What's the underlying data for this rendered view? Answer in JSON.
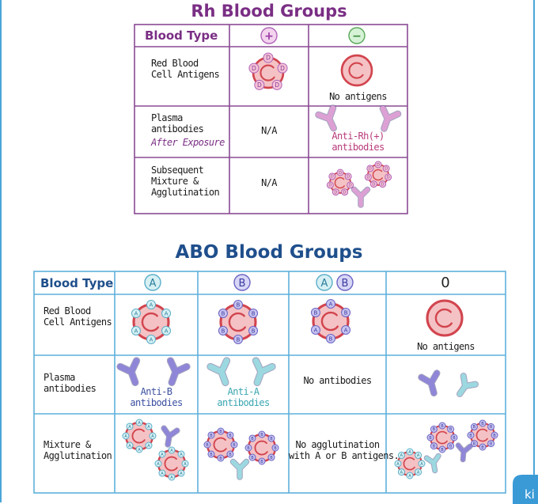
{
  "rh": {
    "title": "Rh Blood Groups",
    "header_label": "Blood Type",
    "pos_symbol": "+",
    "neg_symbol": "−",
    "rows": [
      {
        "label": "Red Blood\nCell Antigens",
        "pos": "",
        "neg": "No antigens"
      },
      {
        "label": "Plasma\nantibodies",
        "label_extra": "After Exposure",
        "pos": "N/A",
        "neg": "Anti-Rh(+)\nantibodies"
      },
      {
        "label": "Subsequent\nMixture &\nAgglutination",
        "pos": "N/A",
        "neg": ""
      }
    ],
    "antigen_letter": "D"
  },
  "abo": {
    "title": "ABO Blood Groups",
    "header_label": "Blood Type",
    "types": [
      "A",
      "B",
      "A",
      "B",
      "0"
    ],
    "rows": [
      {
        "label": "Red Blood\nCell Antigens",
        "cells": [
          "",
          "",
          "",
          "No antigens"
        ]
      },
      {
        "label": "Plasma\nantibodies",
        "cells": [
          "Anti-B\nantibodies",
          "Anti-A\nantibodies",
          "No antibodies",
          ""
        ]
      },
      {
        "label": "Mixture &\nAgglutination",
        "cells": [
          "",
          "",
          "No agglutination\nwith A or B antigens.",
          ""
        ]
      }
    ],
    "antigen_a": "A",
    "antigen_b": "B"
  },
  "colors": {
    "rh_grid": "#8a4a94",
    "abo_grid": "#5fb0dc",
    "cell_fill": "#f4c2c4",
    "cell_ring": "#d2444e",
    "antigen_purple": "#a88fd8",
    "antibody_violet": "#8f86d8",
    "antibody_teal": "#9cd8e0",
    "antibody_pink": "#dca0d4"
  },
  "logo_text": "ki"
}
